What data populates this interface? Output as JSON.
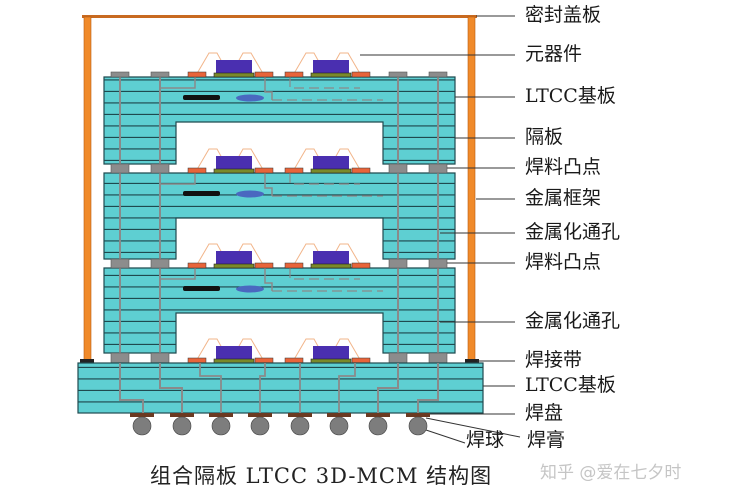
{
  "labels": {
    "sealing_lid": "密封盖板",
    "components": "元器件",
    "ltcc_substrate_top": "LTCC基板",
    "spacer": "隔板",
    "solder_bump_1": "焊料凸点",
    "metal_frame": "金属框架",
    "metallized_via_1": "金属化通孔",
    "solder_bump_2": "焊料凸点",
    "metallized_via_2": "金属化通孔",
    "solder_strip": "焊接带",
    "ltcc_substrate_base": "LTCC基板",
    "pad": "焊盘",
    "solder_ball": "焊球",
    "solder_paste": "焊膏"
  },
  "caption": "组合隔板 LTCC 3D-MCM 结构图",
  "watermark": "知乎 @爱在七夕时",
  "colors": {
    "ltcc": "#5ecfd2",
    "layer_line": "#1f4a4f",
    "via": "#8a8a8a",
    "frame": "#f08a2a",
    "chip": "#4a2fb0",
    "chip_base": "#7a8a2a",
    "pad": "#e8643a",
    "bump": "#8c8c8c",
    "ball": "#7d7d7d",
    "wire": "#f2b58a",
    "leader": "#333333"
  }
}
